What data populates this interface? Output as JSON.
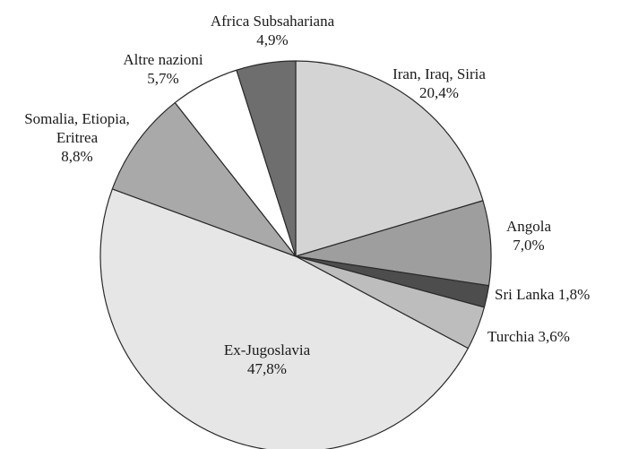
{
  "chart_data": {
    "type": "pie",
    "title": "",
    "start_angle_deg": 0,
    "direction": "clockwise",
    "slices": [
      {
        "name": "Iran, Iraq, Siria",
        "value": 20.4,
        "label_lines": [
          "Iran, Iraq, Siria",
          "20,4%"
        ],
        "color": "#d4d4d4"
      },
      {
        "name": "Angola",
        "value": 7.0,
        "label_lines": [
          "Angola",
          "7,0%"
        ],
        "color": "#9e9e9e"
      },
      {
        "name": "Sri Lanka",
        "value": 1.8,
        "label_lines": [
          "Sri Lanka  1,8%"
        ],
        "color": "#4d4d4d"
      },
      {
        "name": "Turchia",
        "value": 3.6,
        "label_lines": [
          "Turchia  3,6%"
        ],
        "color": "#bdbdbd"
      },
      {
        "name": "Ex-Jugoslavia",
        "value": 47.8,
        "label_lines": [
          "Ex-Jugoslavia",
          "47,8%"
        ],
        "color": "#e6e6e6"
      },
      {
        "name": "Somalia, Etiopia, Eritrea",
        "value": 8.8,
        "label_lines": [
          "Somalia, Etiopia,",
          "Eritrea",
          "8,8%"
        ],
        "color": "#a9a9a9"
      },
      {
        "name": "Altre nazioni",
        "value": 5.7,
        "label_lines": [
          "Altre nazioni",
          "5,7%"
        ],
        "color": "#ffffff"
      },
      {
        "name": "Africa Subsahariana",
        "value": 4.9,
        "label_lines": [
          "Africa Subsahariana",
          "4,9%"
        ],
        "color": "#6e6e6e"
      }
    ]
  }
}
